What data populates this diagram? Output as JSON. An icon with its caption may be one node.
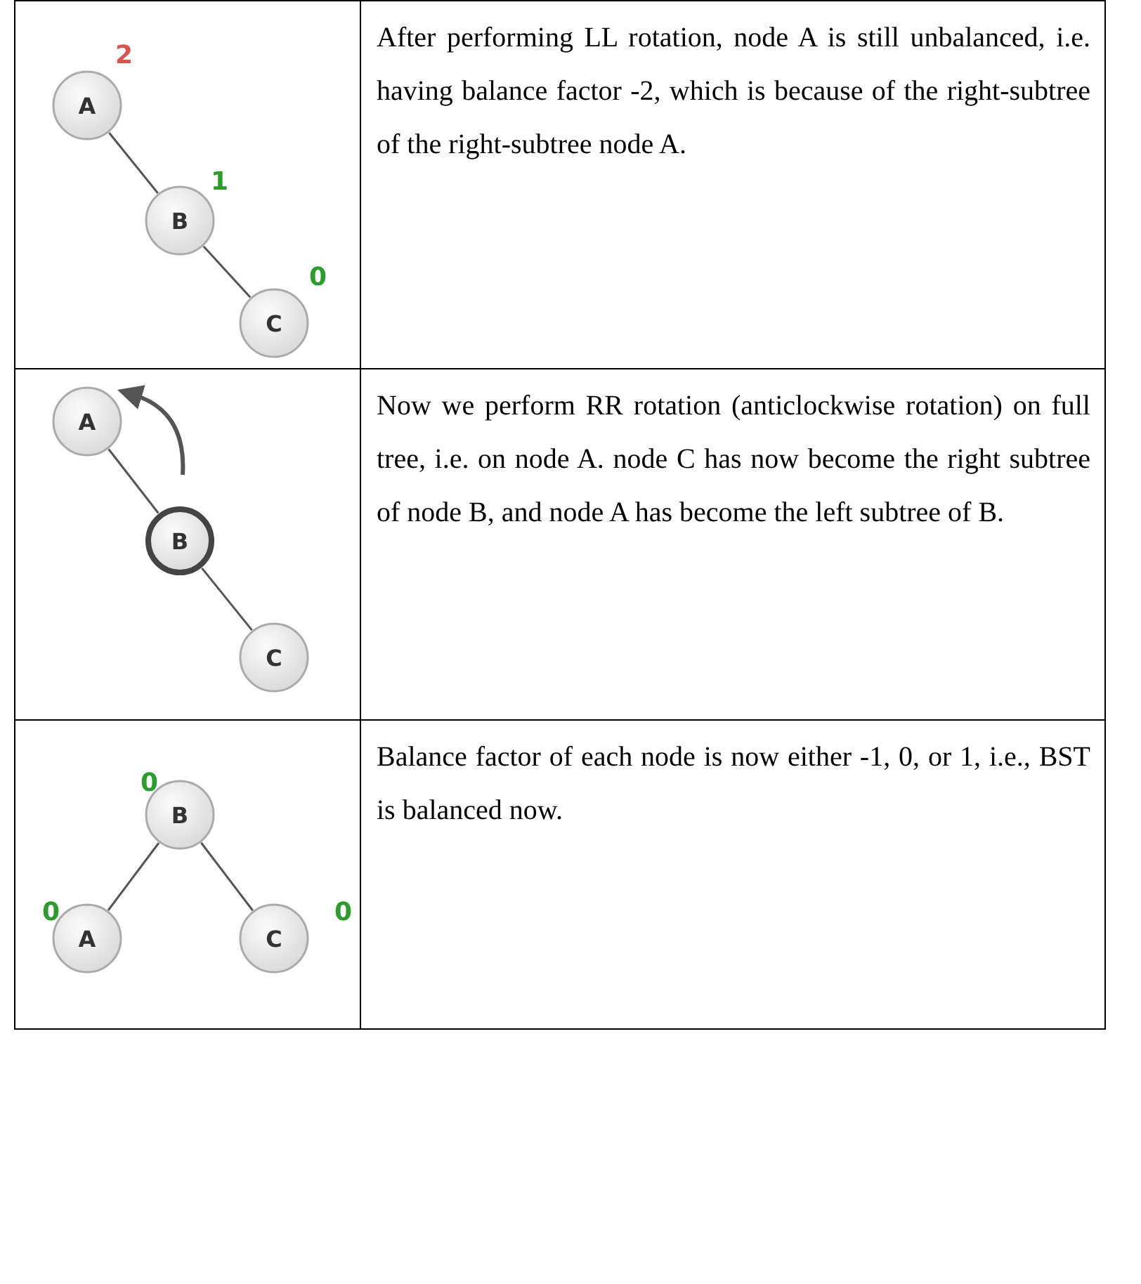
{
  "diagram": {
    "nodes": [
      {
        "text": [
          "A"
        ],
        "beside": [
          "2"
        ]
      },
      {
        "text": [
          "B"
        ],
        "beside": [
          "1"
        ]
      },
      {
        "text": [
          "C"
        ],
        "beside": [
          "0"
        ]
      },
      {
        "text": [
          "A"
        ]
      },
      {
        "text": [
          "B"
        ]
      },
      {
        "text": [
          "C"
        ]
      },
      {
        "text": [
          "B"
        ],
        "beside": [
          "0"
        ]
      },
      {
        "text": [
          "A"
        ],
        "beside": [
          "0"
        ]
      },
      {
        "text": [
          "C"
        ],
        "beside": [
          "0"
        ]
      }
    ],
    "edges": [
      {
        "from": 0,
        "to": 1,
        "arrow": "none"
      },
      {
        "from": 1,
        "to": 2,
        "arrow": "none"
      },
      {
        "from": 3,
        "to": 4,
        "arrow": "none"
      },
      {
        "from": 4,
        "to": 5,
        "arrow": "none"
      },
      {
        "from": 6,
        "to": 7,
        "arrow": "none"
      },
      {
        "from": 6,
        "to": 8,
        "arrow": "none"
      }
    ],
    "labels": [
      "After performing LL rotation, node A is still unbalanced, i.e. having balance factor -2, which is because of the right-subtree of the right-subtree node A.",
      "Now we perform RR rotation (anticlockwise rotation) on full tree, i.e. on node A. node C has now become the right subtree of node B, and node A has become the left subtree of B.",
      "Balance factor of each node is now either -1, 0, or 1, i.e., BST is balanced now."
    ]
  }
}
